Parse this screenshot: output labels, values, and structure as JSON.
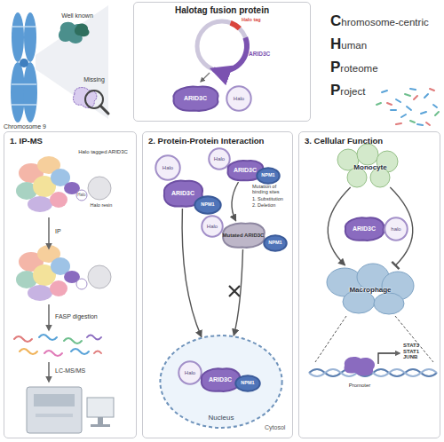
{
  "diagram": {
    "nodes": [
      {
        "text": [
          "Halotag fusion protein"
        ]
      },
      {
        "text": [
          "ARID3C"
        ],
        "in": 0
      },
      {
        "text": [
          "Halo"
        ],
        "in": 0
      },
      {
        "text": [
          "1. IP-MS"
        ]
      },
      {
        "text": [
          "2. Protein-Protein Interaction"
        ]
      },
      {
        "text": [
          "Halo"
        ],
        "in": 4
      },
      {
        "text": [
          "ARID3C"
        ],
        "in": 4
      },
      {
        "text": [
          "NPM1"
        ],
        "in": 4
      },
      {
        "text": [
          "Halo"
        ],
        "in": 4
      },
      {
        "text": [
          "ARID3C"
        ],
        "in": 4
      },
      {
        "text": [
          "NPM1"
        ],
        "in": 4
      },
      {
        "text": [
          "Halo"
        ],
        "in": 4
      },
      {
        "text": [
          "Mutated ARID3C"
        ],
        "in": 4
      },
      {
        "text": [
          "NPM1"
        ],
        "in": 4
      },
      {
        "text": [
          "Nucleus"
        ],
        "in": 4
      },
      {
        "text": [
          "Halo"
        ],
        "in": 14
      },
      {
        "text": [
          "ARID3C"
        ],
        "in": 14
      },
      {
        "text": [
          "NPM1"
        ],
        "in": 14
      },
      {
        "text": [
          "3. Cellular Function"
        ]
      },
      {
        "text": [
          "Monocyte"
        ],
        "in": 18
      },
      {
        "text": [
          "ARID3C"
        ],
        "in": 18
      },
      {
        "text": [
          "halo"
        ],
        "in": 18
      },
      {
        "text": [
          "Macrophage"
        ],
        "in": 18
      }
    ],
    "edges": [
      {
        "from": 6,
        "to": 14,
        "arrow": "to"
      },
      {
        "from": 12,
        "to": 14,
        "arrow": "to"
      },
      {
        "from": 9,
        "to": 12,
        "arrow": "to"
      },
      {
        "from": 19,
        "to": 22,
        "arrow": "to"
      },
      {
        "from": 19,
        "to": 22,
        "arrow": "none"
      }
    ],
    "labels": [
      "Well known",
      "Missing",
      "Chromosome 9",
      "Halo tag",
      "ARID3C",
      "Chromosome-centric",
      "Human",
      "Proteome",
      "Project",
      "Halo tagged ARID3C",
      "Halo resin",
      "Halo",
      "IP",
      "FASP digestion",
      "LC-MS/MS",
      "Mutation of binding sites",
      "1. Substitution",
      "2. Deletion",
      "Cytosol",
      "Promoter",
      "STAT3 STAT1 JUNB"
    ]
  }
}
